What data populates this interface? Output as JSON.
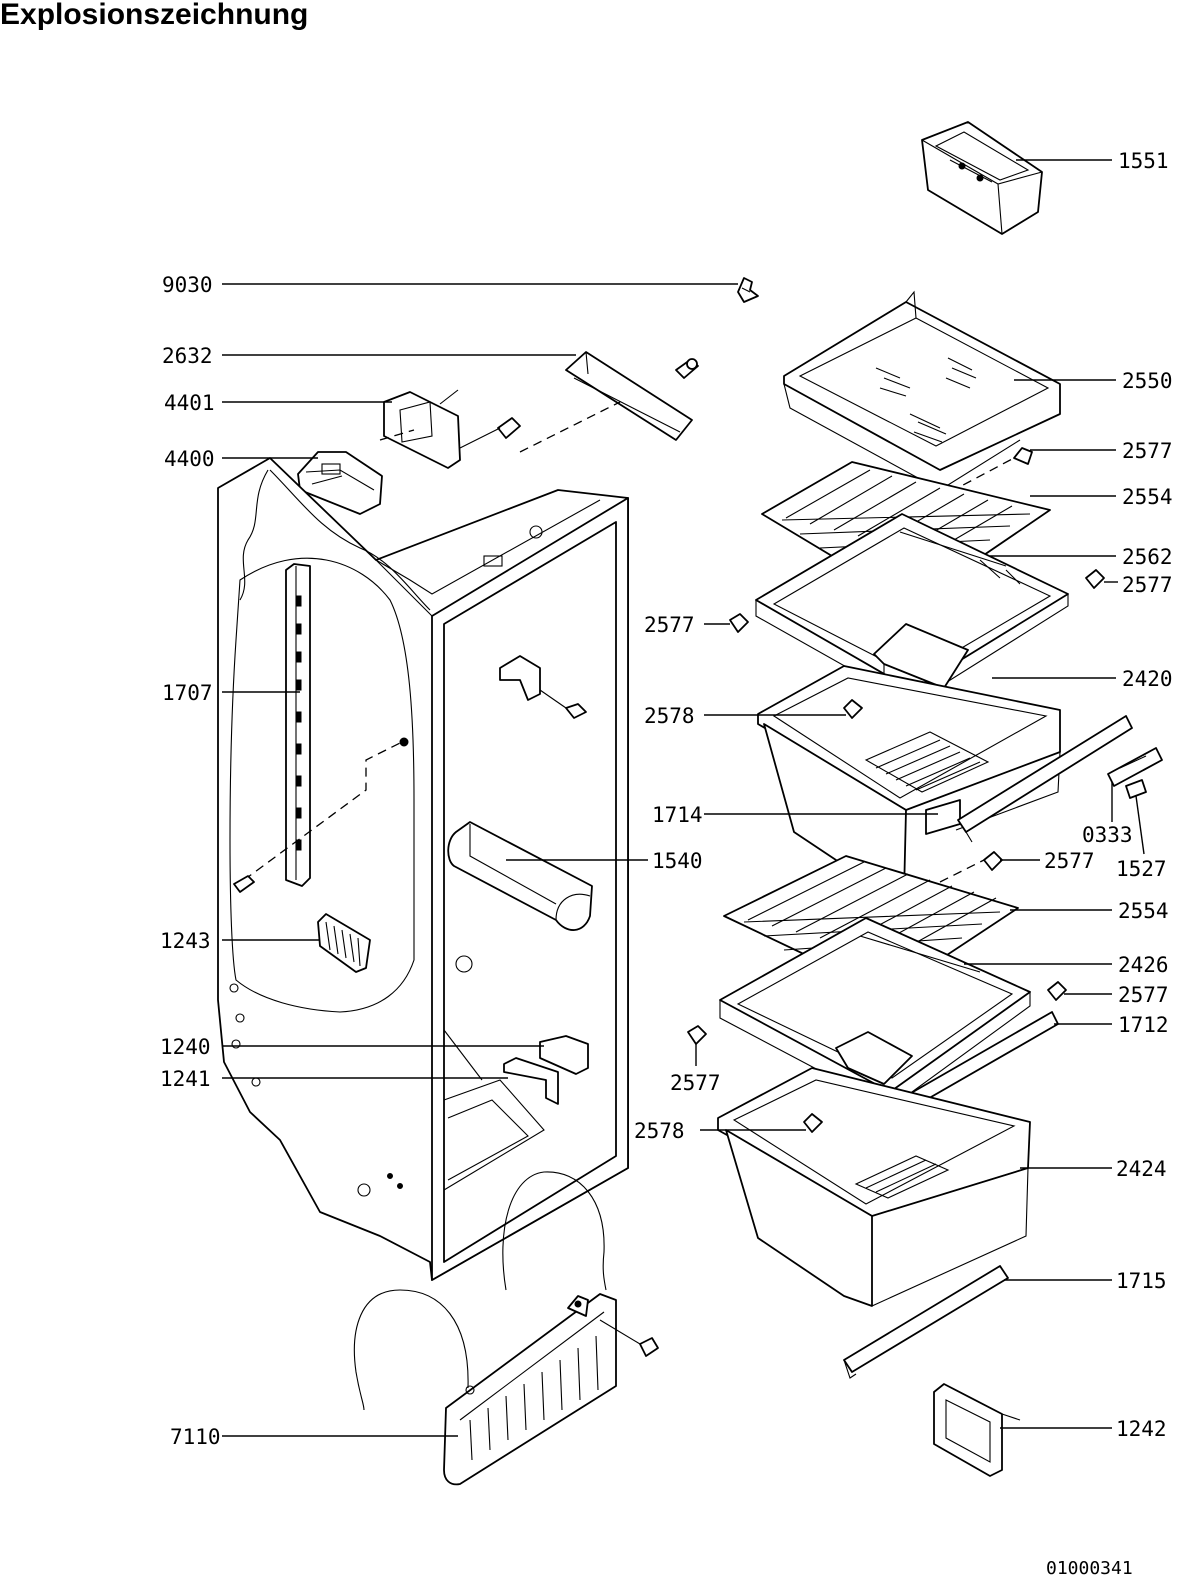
{
  "title": "Explosionszeichnung",
  "drawing_number": "01000341",
  "part_labels": [
    {
      "id": "1551",
      "text": "1551"
    },
    {
      "id": "9030",
      "text": "9030"
    },
    {
      "id": "2632",
      "text": "2632"
    },
    {
      "id": "4401",
      "text": "4401"
    },
    {
      "id": "4400",
      "text": "4400"
    },
    {
      "id": "2550",
      "text": "2550"
    },
    {
      "id": "2577a",
      "text": "2577"
    },
    {
      "id": "2554a",
      "text": "2554"
    },
    {
      "id": "2562",
      "text": "2562"
    },
    {
      "id": "2577b",
      "text": "2577"
    },
    {
      "id": "2577c",
      "text": "2577"
    },
    {
      "id": "2420",
      "text": "2420"
    },
    {
      "id": "1707",
      "text": "1707"
    },
    {
      "id": "2578a",
      "text": "2578"
    },
    {
      "id": "1714",
      "text": "1714"
    },
    {
      "id": "0333",
      "text": "0333"
    },
    {
      "id": "1527",
      "text": "1527"
    },
    {
      "id": "1540",
      "text": "1540"
    },
    {
      "id": "2577d",
      "text": "2577"
    },
    {
      "id": "2554b",
      "text": "2554"
    },
    {
      "id": "1243",
      "text": "1243"
    },
    {
      "id": "2426",
      "text": "2426"
    },
    {
      "id": "2577e",
      "text": "2577"
    },
    {
      "id": "1712",
      "text": "1712"
    },
    {
      "id": "1240",
      "text": "1240"
    },
    {
      "id": "1241",
      "text": "1241"
    },
    {
      "id": "2577f",
      "text": "2577"
    },
    {
      "id": "2578b",
      "text": "2578"
    },
    {
      "id": "2424",
      "text": "2424"
    },
    {
      "id": "1715",
      "text": "1715"
    },
    {
      "id": "1242",
      "text": "1242"
    },
    {
      "id": "7110",
      "text": "7110"
    }
  ]
}
